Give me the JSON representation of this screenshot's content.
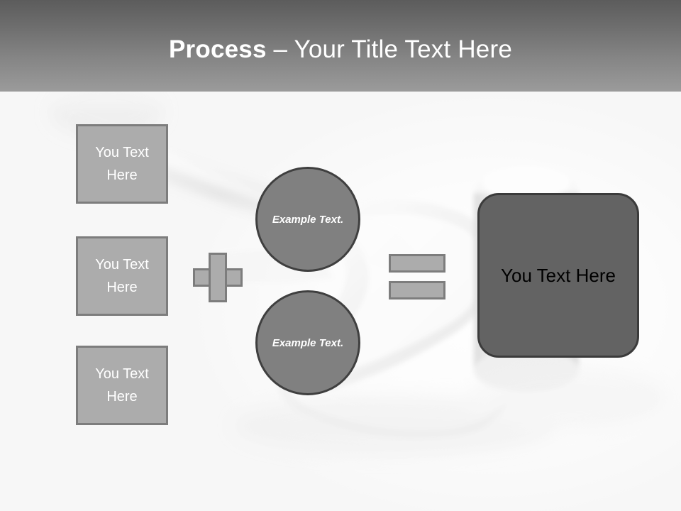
{
  "slide": {
    "title": {
      "bold_part": "Process",
      "rest_part": " – Your Title Text Here"
    },
    "background_image": "wrench-photo",
    "colors": {
      "header_top": "#5c5c5c",
      "header_bottom": "#9b9b9b",
      "box_fill": "#acacac",
      "box_border": "#7d7d7d",
      "circle_fill": "#808080",
      "circle_border": "#3f3f3f",
      "result_fill": "#636363",
      "result_border": "#3b3b3b",
      "box_text": "#ffffff",
      "result_text": "#000000"
    }
  },
  "inputs": [
    {
      "label": "You Text Here"
    },
    {
      "label": "You Text Here"
    },
    {
      "label": "You Text Here"
    }
  ],
  "operators": {
    "plus": "+",
    "equals": "="
  },
  "middle": [
    {
      "label": "Example Text."
    },
    {
      "label": "Example Text."
    }
  ],
  "result": {
    "label": "You Text Here"
  }
}
